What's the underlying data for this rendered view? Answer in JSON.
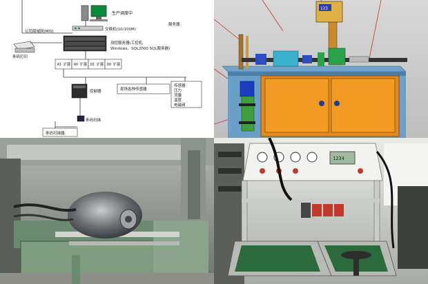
{
  "diagram": {
    "pc_label": "生产调度中",
    "switch_label": "交换机(10/100M)",
    "server_label": "服务器",
    "lan_label": "公司局域网(MIS)",
    "printer_label": "条码打印",
    "server_desc_1": "测控服务器(工控机,",
    "server_desc_2": "Windows、SQL2000 SQL服务器)",
    "ports": [
      "AI 扩展",
      "AO 扩展",
      "DI 扩展",
      "DO 扩展"
    ],
    "controller_label": "控制器",
    "branch_label_1": "现场各种传感器",
    "branch_right_lines": [
      "传感器",
      "压力",
      "流量",
      "温度",
      "电磁阀"
    ],
    "scanner_label": "条码扫描",
    "bottom_label": "条码扫描器"
  },
  "test_rig_display_value": "123",
  "panel_display": "1234"
}
